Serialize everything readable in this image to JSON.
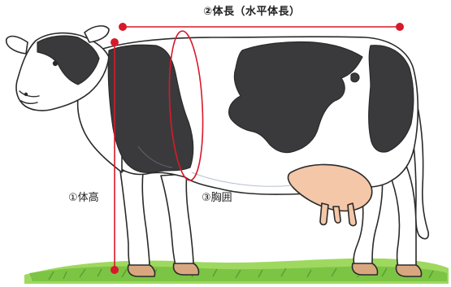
{
  "labels": {
    "body_length": "②体長（水平体長）",
    "body_height": "①体高",
    "heart_girth": "③胸囲"
  },
  "colors": {
    "measure_line": "#d8192a",
    "outline": "#2a2a2a",
    "black_patch": "#3a3a3c",
    "udder": "#f3c7a8",
    "grass": "#8ccf4e",
    "hoof": "#d9a77f"
  }
}
